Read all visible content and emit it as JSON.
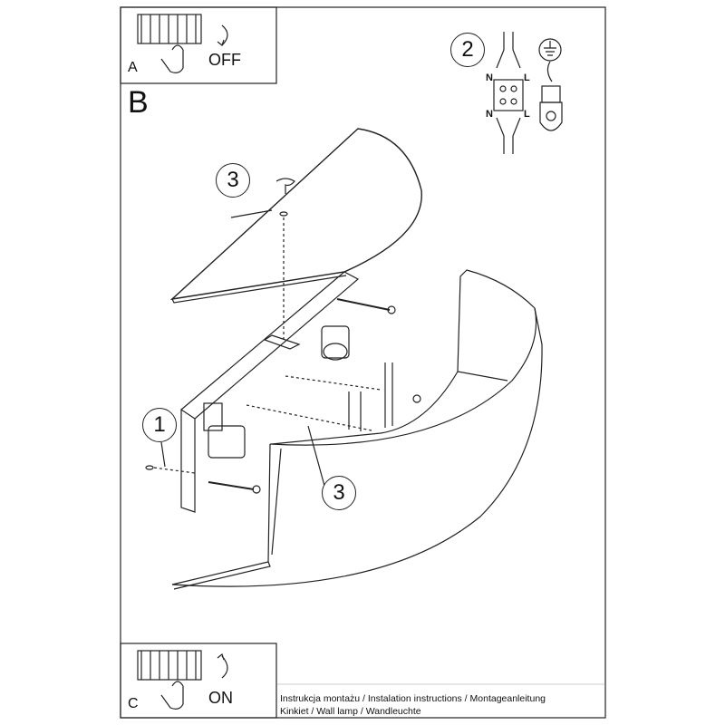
{
  "steps": {
    "a": "A",
    "b": "B",
    "c": "C"
  },
  "switch": {
    "off_label": "OFF",
    "on_label": "ON"
  },
  "callouts": {
    "one": "1",
    "two": "2",
    "three_top": "3",
    "three_bottom": "3"
  },
  "wiring": {
    "n_top": "N",
    "l_top": "L",
    "n_bottom": "N",
    "l_bottom": "L"
  },
  "footer": {
    "line1": "Instrukcja montażu / Instalation instructions / Montageanleitung",
    "line2": "Kinkiet  / Wall lamp / Wandleuchte"
  }
}
